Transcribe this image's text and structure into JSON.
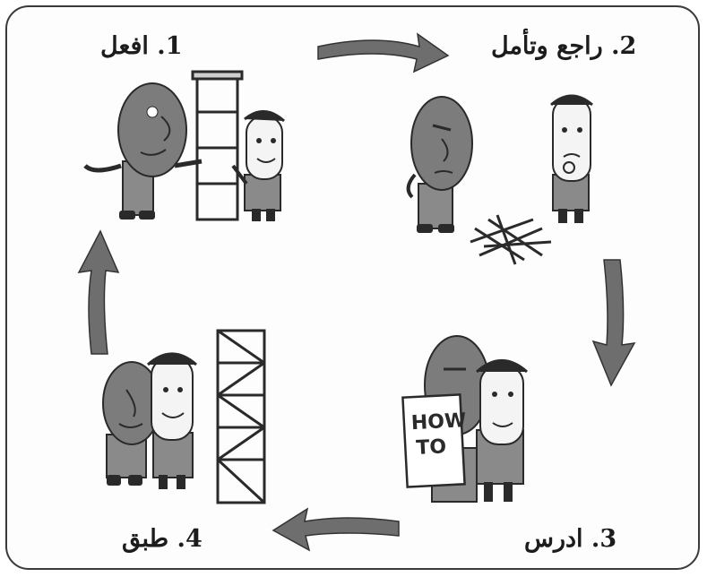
{
  "steps": [
    {
      "label": "1. افعل"
    },
    {
      "label": "2. راجع وتأمل"
    },
    {
      "label": "3. ادرس"
    },
    {
      "label": "4. طبق"
    }
  ],
  "sign": {
    "line1": "HOW",
    "line2": "TO"
  },
  "colors": {
    "stroke": "#2a2a2a",
    "figure_dark": "#7c7c7c",
    "figure_light": "#f4f4f4",
    "arrow": "#6e6e6e",
    "shirt": "#8a8a8a"
  },
  "icons": [
    "arrow-right-icon",
    "arrow-down-icon",
    "arrow-left-icon",
    "arrow-up-icon",
    "tall-figure-icon",
    "short-figure-icon",
    "tower-icon",
    "sticks-pile-icon",
    "sign-icon"
  ]
}
